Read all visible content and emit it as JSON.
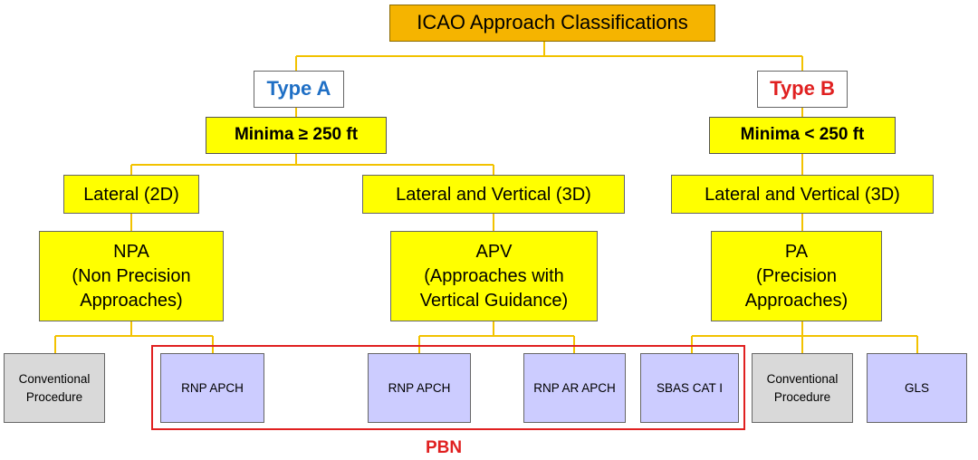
{
  "root": {
    "label": "ICAO Approach Classifications"
  },
  "type_a": {
    "label": "Type A",
    "color": "#1f6fc5",
    "minima": "Minima ≥ 250 ft"
  },
  "type_b": {
    "label": "Type B",
    "color": "#e02020",
    "minima": "Minima < 250 ft"
  },
  "lateral_2d": {
    "label": "Lateral (2D)"
  },
  "lateral_vertical_3d_a": {
    "label": "Lateral and Vertical (3D)"
  },
  "lateral_vertical_3d_b": {
    "label": "Lateral and Vertical (3D)"
  },
  "npa": {
    "line1": "NPA",
    "line2": "(Non Precision",
    "line3": "Approaches)"
  },
  "apv": {
    "line1": "APV",
    "line2": "(Approaches with",
    "line3": "Vertical Guidance)"
  },
  "pa": {
    "line1": "PA",
    "line2": "(Precision",
    "line3": "Approaches)"
  },
  "leaves": {
    "conventional_a": {
      "line1": "Conventional",
      "line2": "Procedure"
    },
    "rnp_apch_npa": {
      "label": "RNP APCH"
    },
    "rnp_apch_apv": {
      "label": "RNP APCH"
    },
    "rnp_ar_apch": {
      "label": "RNP AR APCH"
    },
    "sbas_cat_i": {
      "label": "SBAS CAT I"
    },
    "conventional_b": {
      "line1": "Conventional",
      "line2": "Procedure"
    },
    "gls": {
      "label": "GLS"
    }
  },
  "pbn": {
    "label": "PBN",
    "color": "#e02020"
  },
  "colors": {
    "connector": "#f2c200",
    "root_fill": "#f5b400",
    "box_fill": "#ffff00",
    "leaf_grey": "#d9d9d9",
    "leaf_blue": "#ccccff"
  }
}
